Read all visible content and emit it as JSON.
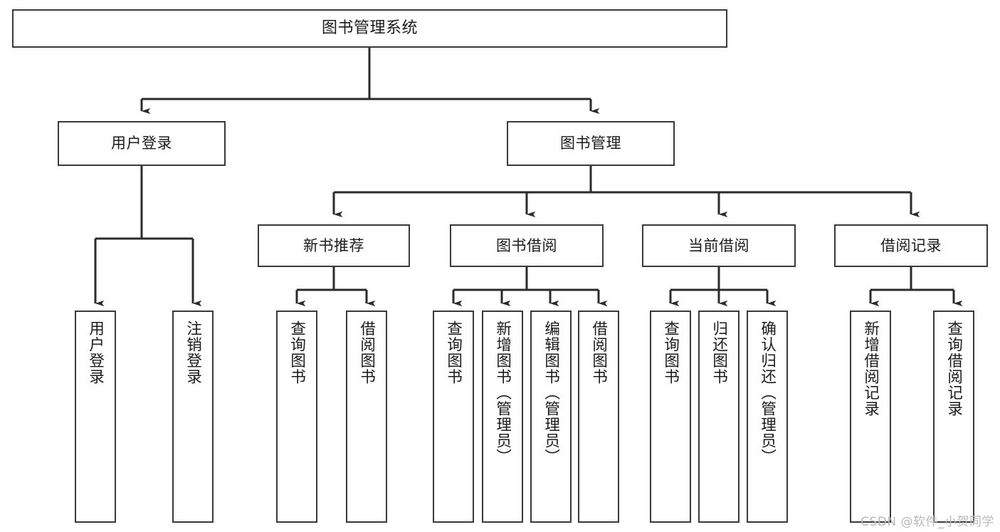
{
  "diagram": {
    "type": "tree-hierarchy",
    "title": "图书管理系统",
    "watermark": "CSDN @软件_小贺同学",
    "colors": {
      "box_border": "#3a3a3a",
      "box_fill": "#ffffff",
      "edge": "#2b2b2b",
      "text": "#1b1b1b",
      "watermark": "#b9b9b9",
      "background": "#ffffff"
    },
    "nodes": {
      "root": {
        "label": "图书管理系统"
      },
      "level2": [
        {
          "id": "user-login",
          "label": "用户登录"
        },
        {
          "id": "book-management",
          "label": "图书管理"
        }
      ],
      "level3": [
        {
          "id": "new-book-recommend",
          "label": "新书推荐"
        },
        {
          "id": "book-borrow",
          "label": "图书借阅"
        },
        {
          "id": "current-borrow",
          "label": "当前借阅"
        },
        {
          "id": "borrow-record",
          "label": "借阅记录"
        }
      ],
      "leaves": {
        "user_login": [
          {
            "id": "leaf-user-login",
            "label": "用户登录"
          },
          {
            "id": "leaf-logout-login",
            "label": "注销登录"
          }
        ],
        "new_book_recommend": [
          {
            "id": "leaf-query-book-1",
            "label": "查询图书"
          },
          {
            "id": "leaf-borrow-book-1",
            "label": "借阅图书"
          }
        ],
        "book_borrow": [
          {
            "id": "leaf-query-book-2",
            "label": "查询图书"
          },
          {
            "id": "leaf-add-book",
            "label": "新增图书（管理员）"
          },
          {
            "id": "leaf-edit-book",
            "label": "编辑图书（管理员）"
          },
          {
            "id": "leaf-borrow-book-2",
            "label": "借阅图书"
          }
        ],
        "current_borrow": [
          {
            "id": "leaf-query-book-3",
            "label": "查询图书"
          },
          {
            "id": "leaf-return-book",
            "label": "归还图书"
          },
          {
            "id": "leaf-confirm-return",
            "label": "确认归还（管理员）"
          }
        ],
        "borrow_record": [
          {
            "id": "leaf-add-borrow-record",
            "label": "新增借阅记录"
          },
          {
            "id": "leaf-query-borrow-record",
            "label": "查询借阅记录"
          }
        ]
      }
    }
  }
}
